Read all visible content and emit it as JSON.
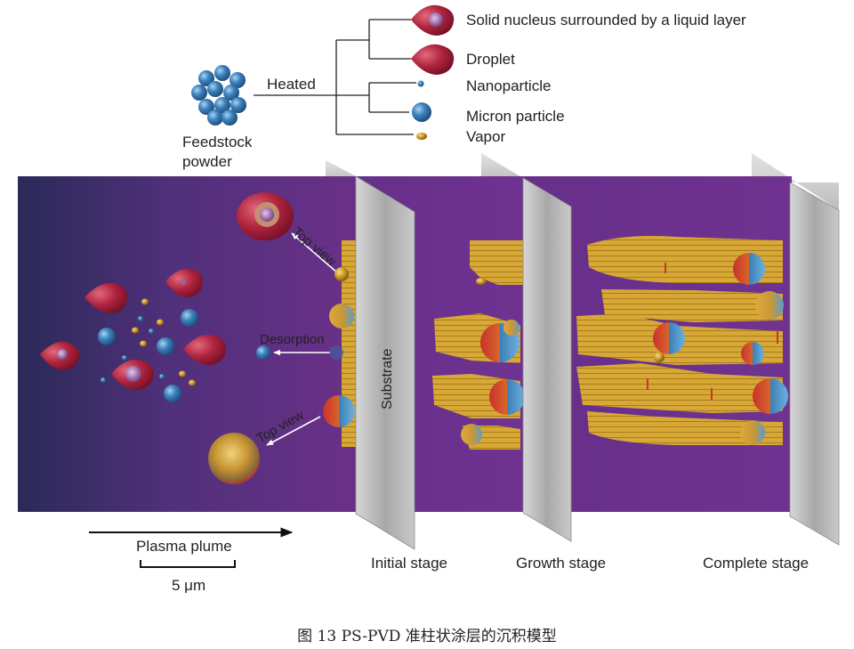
{
  "legend": {
    "feedstock_label_line1": "Feedstock",
    "feedstock_label_line2": "powder",
    "heated_label": "Heated",
    "items": [
      {
        "label": "Solid nucleus surrounded by a liquid layer",
        "icon": "liquid-coated-nucleus-icon"
      },
      {
        "label": "Droplet",
        "icon": "droplet-icon"
      },
      {
        "label": "Nanoparticle",
        "icon": "nanoparticle-icon"
      },
      {
        "label": "Micron particle",
        "icon": "micron-particle-icon"
      },
      {
        "label": "Vapor",
        "icon": "vapor-icon"
      }
    ]
  },
  "plume": {
    "top_view_label": "Top view",
    "desorption_label": "Desorption",
    "substrate_label": "Substrate"
  },
  "stages": {
    "initial": "Initial stage",
    "growth": "Growth stage",
    "complete": "Complete stage"
  },
  "bottom": {
    "plasma_plume_label": "Plasma plume",
    "scale_label": "5 μm"
  },
  "caption": "图 13   PS-PVD 准柱状涂层的沉积模型",
  "colors": {
    "plume_left": "#2e2a5a",
    "plume_right": "#6a3088",
    "droplet": "#a3203a",
    "particle_blue": "#3a7fb8",
    "column_gold": "#d4a32e",
    "substrate_gray": "#b9b9b9"
  }
}
